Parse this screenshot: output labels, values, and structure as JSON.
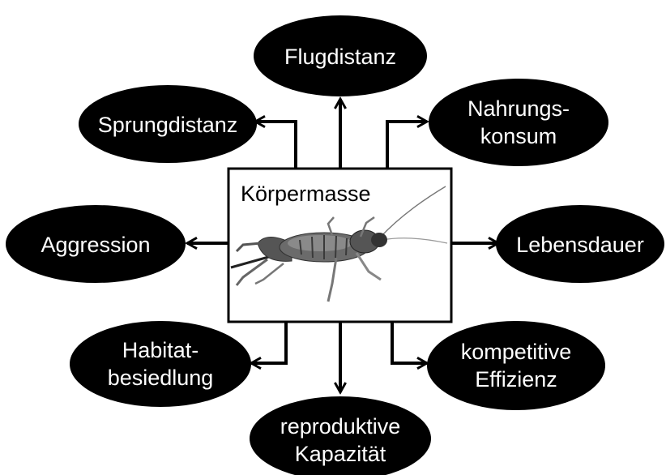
{
  "center": {
    "label": "Körpermasse",
    "image": "cricket-illustration"
  },
  "nodes": {
    "flugdistanz": {
      "lines": [
        "Flugdistanz"
      ]
    },
    "sprungdistanz": {
      "lines": [
        "Sprungdistanz"
      ]
    },
    "nahrungskonsum": {
      "lines": [
        "Nahrungs-",
        "konsum"
      ]
    },
    "aggression": {
      "lines": [
        "Aggression"
      ]
    },
    "lebensdauer": {
      "lines": [
        "Lebensdauer"
      ]
    },
    "habitatbesiedlung": {
      "lines": [
        "Habitat-",
        "besiedlung"
      ]
    },
    "kompetitive": {
      "lines": [
        "kompetitive",
        "Effizienz"
      ]
    },
    "reproduktive": {
      "lines": [
        "reproduktive",
        "Kapazität"
      ]
    }
  },
  "colors": {
    "node_fill": "#000000",
    "node_text": "#ffffff",
    "line": "#000000",
    "box_border": "#000000"
  }
}
